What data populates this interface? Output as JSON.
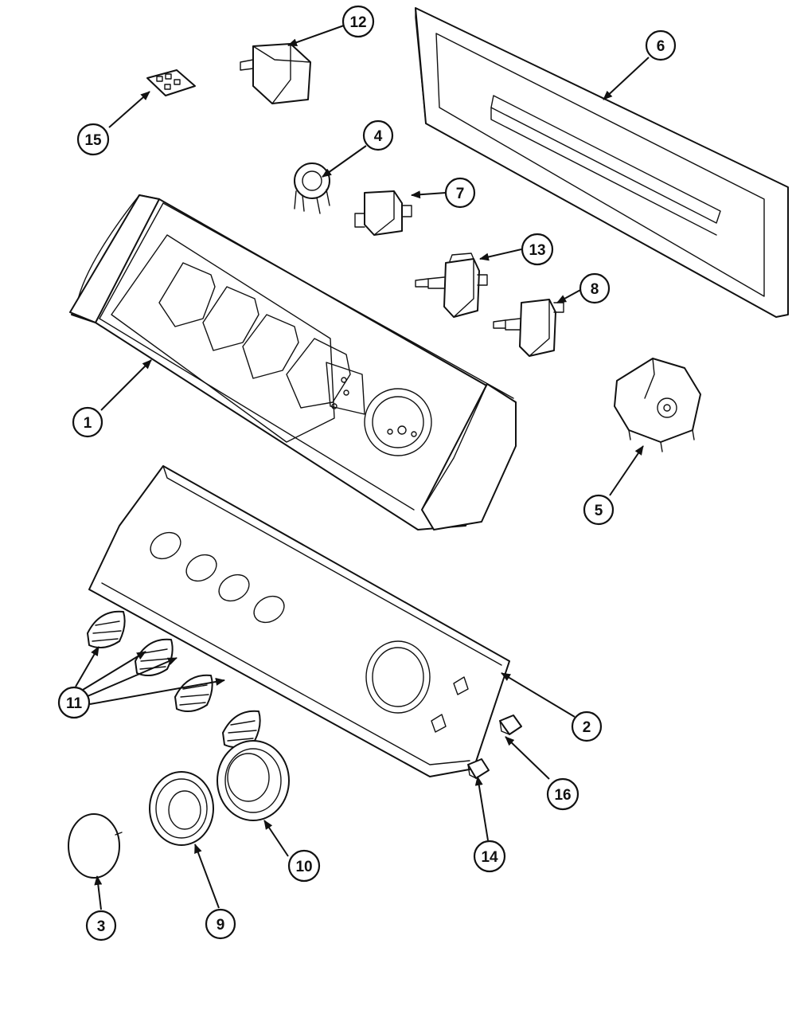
{
  "callouts": [
    {
      "id": "1",
      "label": "1"
    },
    {
      "id": "2",
      "label": "2"
    },
    {
      "id": "3",
      "label": "3"
    },
    {
      "id": "4",
      "label": "4"
    },
    {
      "id": "5",
      "label": "5"
    },
    {
      "id": "6",
      "label": "6"
    },
    {
      "id": "7",
      "label": "7"
    },
    {
      "id": "8",
      "label": "8"
    },
    {
      "id": "9",
      "label": "9"
    },
    {
      "id": "10",
      "label": "10"
    },
    {
      "id": "11",
      "label": "11"
    },
    {
      "id": "12",
      "label": "12"
    },
    {
      "id": "13",
      "label": "13"
    },
    {
      "id": "14",
      "label": "14"
    },
    {
      "id": "15",
      "label": "15"
    },
    {
      "id": "16",
      "label": "16"
    }
  ],
  "colors": {
    "line": "#111111",
    "background": "#ffffff"
  }
}
